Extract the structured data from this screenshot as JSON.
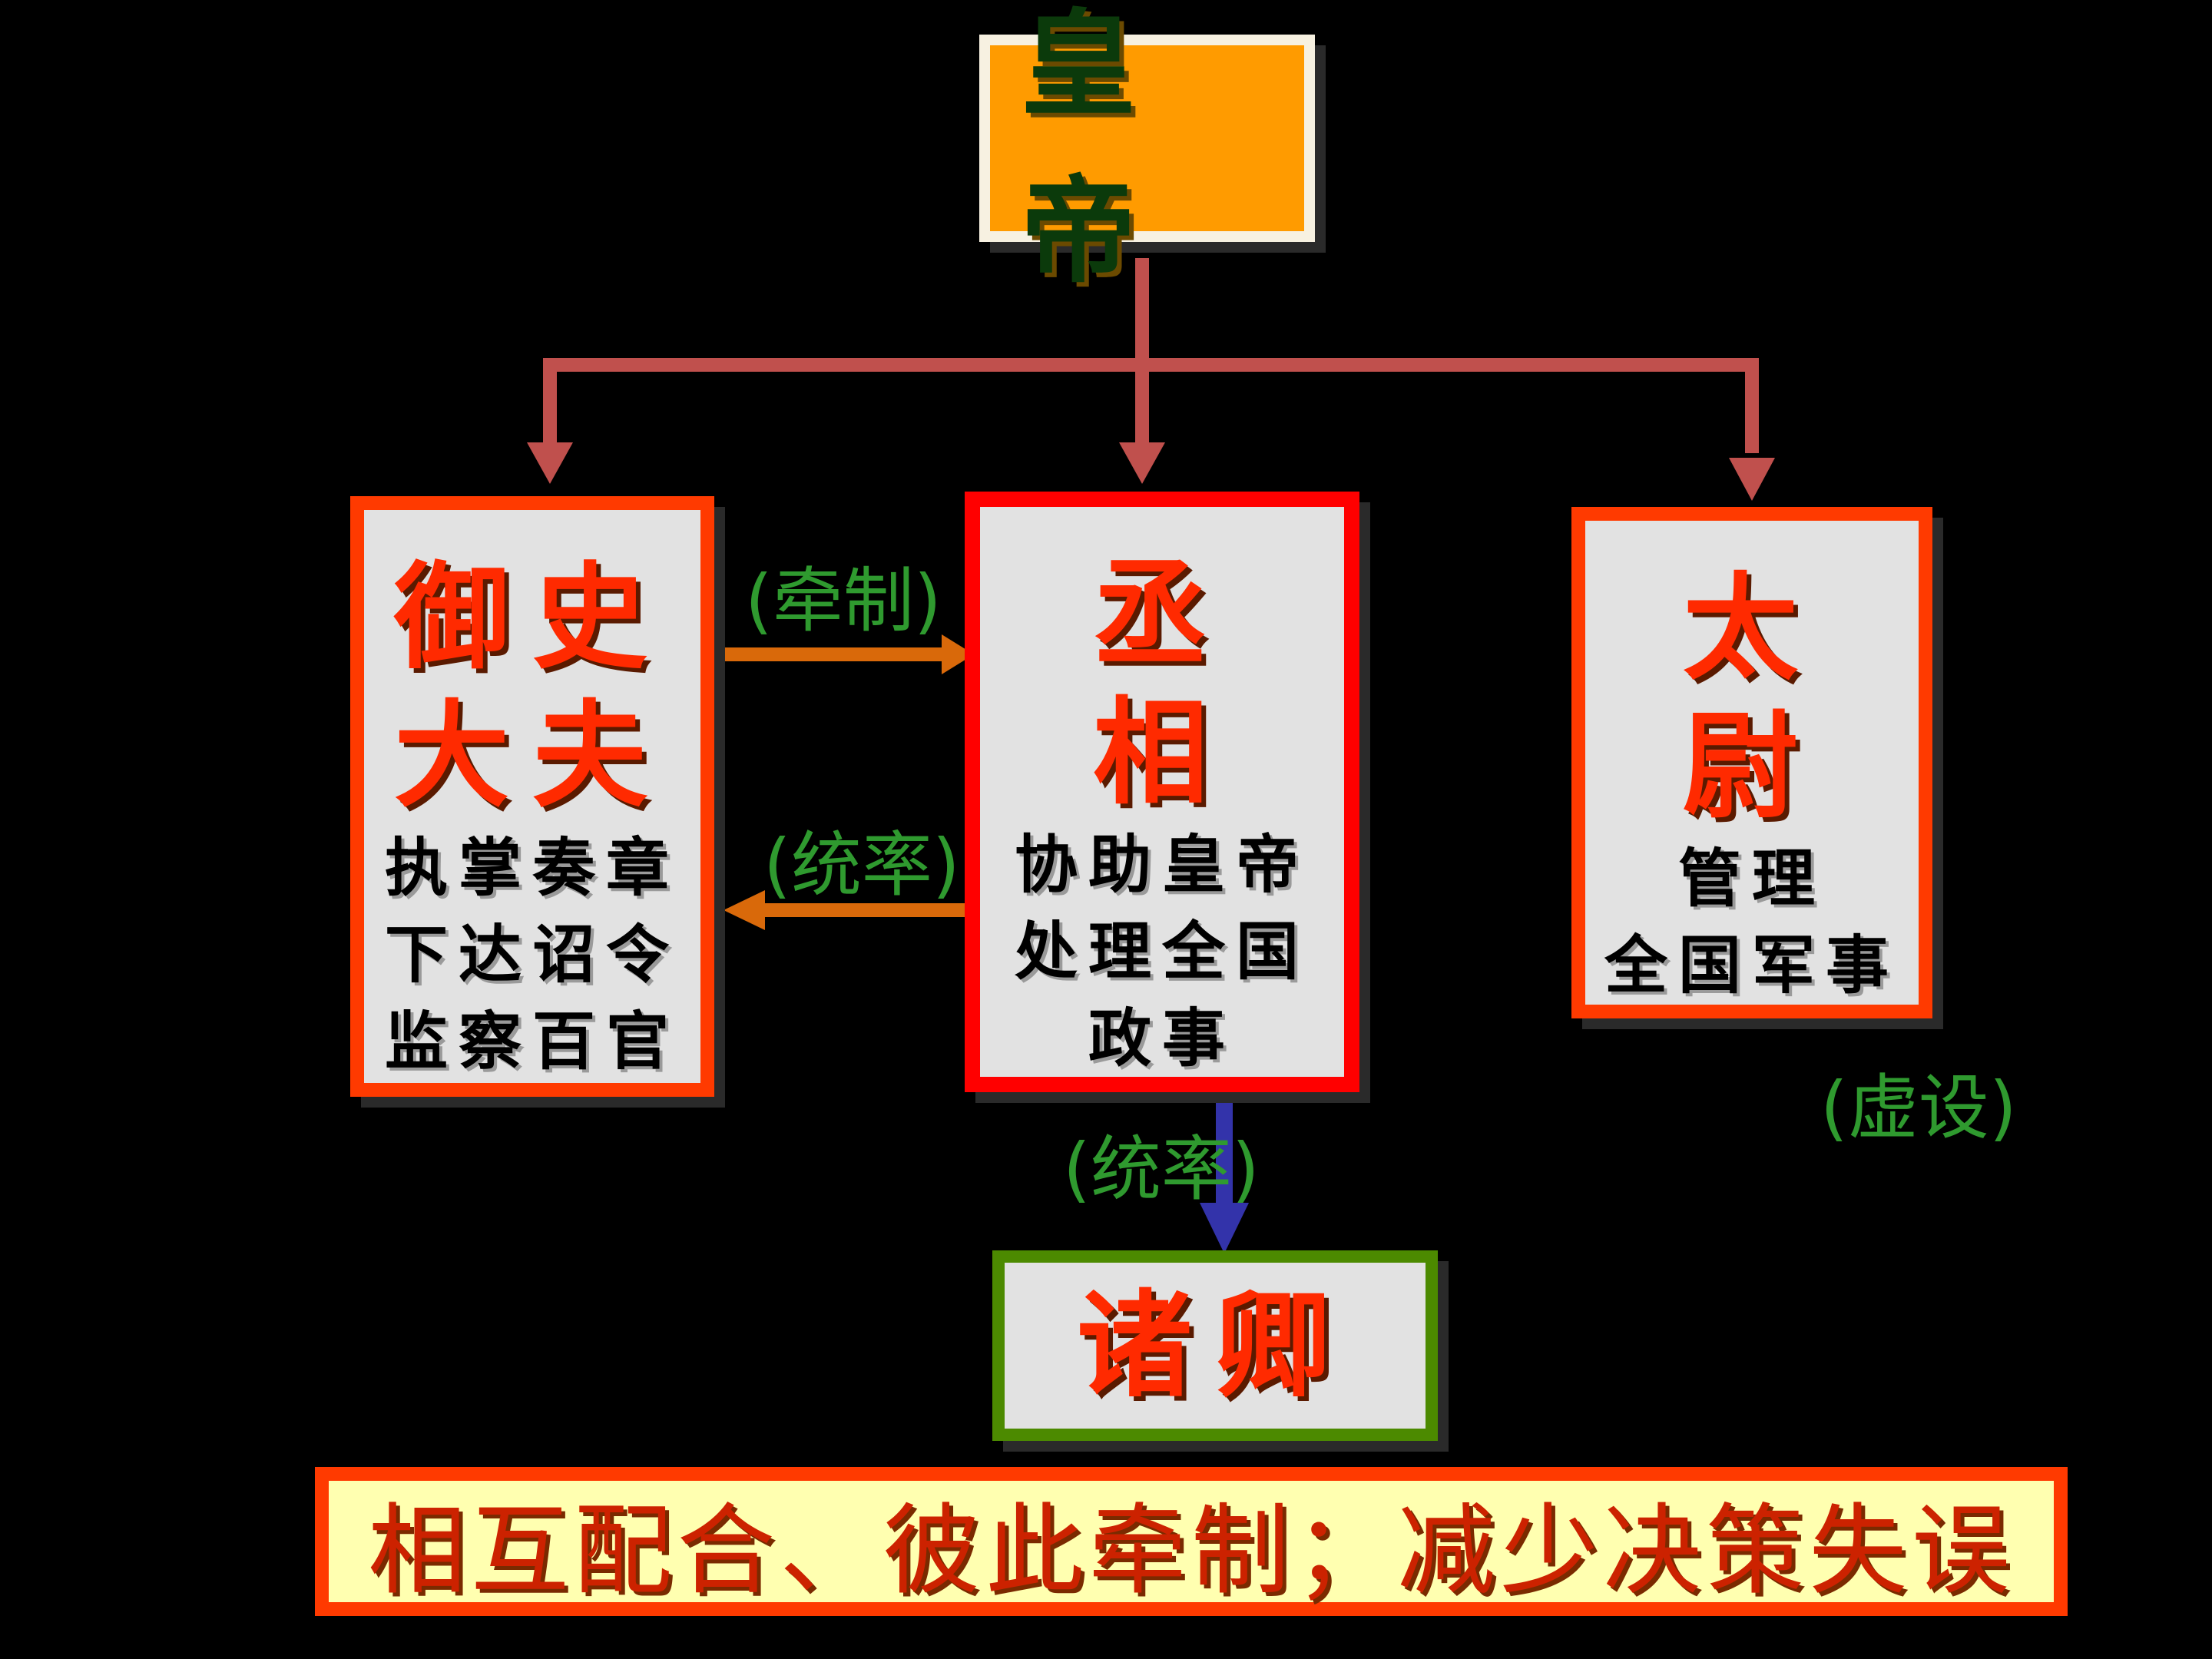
{
  "emperor": {
    "title": "皇帝"
  },
  "officials": {
    "yushi": {
      "title_lines": [
        "御史",
        "大夫"
      ],
      "duty_lines": [
        "执掌奏章",
        "下达诏令",
        "监察百官"
      ]
    },
    "chengxiang": {
      "title_lines": [
        "丞",
        "相"
      ],
      "duty_lines": [
        "协助皇帝",
        "处理全国",
        "政事"
      ]
    },
    "taiwei": {
      "title_lines": [
        "太",
        "尉"
      ],
      "duty_lines": [
        "管理",
        "全国军事"
      ]
    }
  },
  "zhuqing": {
    "title": "诸卿"
  },
  "labels": {
    "qianzhi": "(牵制)",
    "tongshuai_left": "(统率)",
    "tongshuai_down": "(统率)",
    "xushe": "(虚设)"
  },
  "banner": {
    "text": "相互配合、彼此牵制；减少决策失误"
  },
  "colors": {
    "hierarchy_arrow": "#c0504d",
    "mutual_arrow": "#d9690a",
    "command_arrow": "#3333aa",
    "label_green": "#2f9a2f",
    "box_border_red": "#ff3a00",
    "emperor_fill": "#ff9b00",
    "zhuqing_border": "#4c8a00"
  }
}
